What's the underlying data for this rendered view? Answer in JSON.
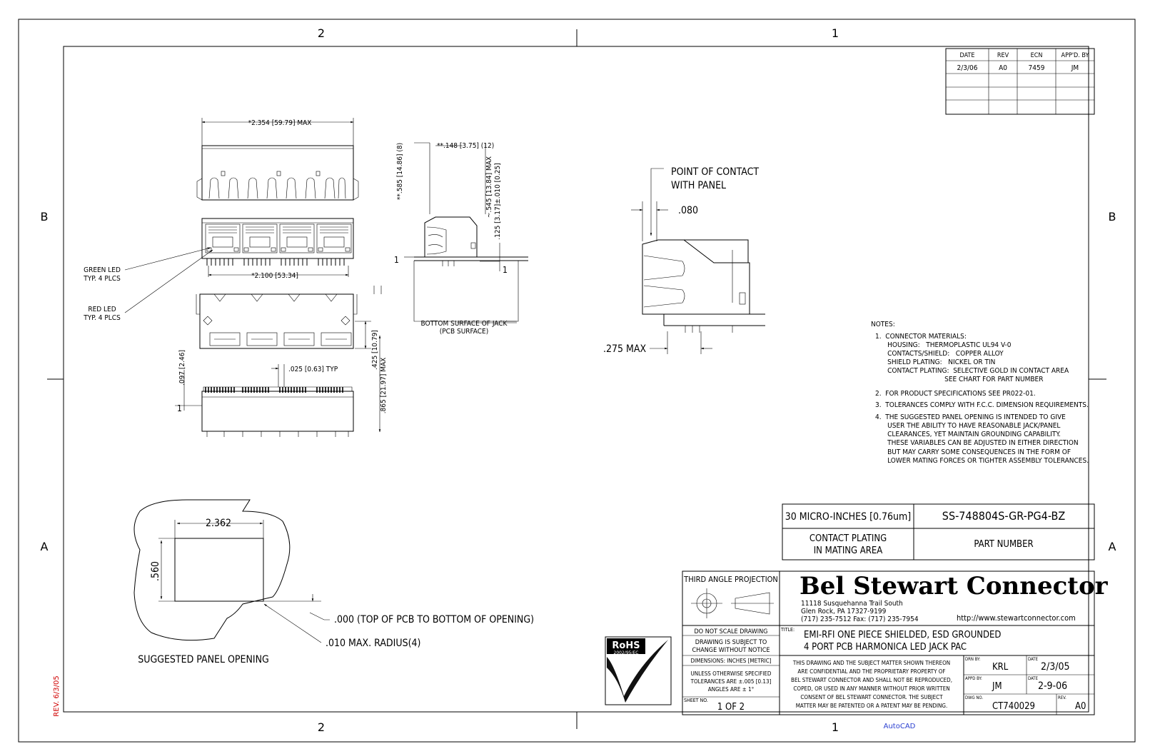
{
  "zones": {
    "top_left": "2",
    "top_right": "1",
    "bottom_left": "2",
    "bottom_right": "1",
    "left_top": "B",
    "left_bottom": "A",
    "right_top": "B",
    "right_bottom": "A"
  },
  "revision_table": {
    "headers": [
      "DATE",
      "REV",
      "ECN",
      "APP'D. BY"
    ],
    "rows": [
      [
        "2/3/06",
        "A0",
        "7459",
        "JM"
      ]
    ]
  },
  "dimensions": {
    "width_max": "*2.354 [59.79] MAX",
    "pitch": "*2.100 [53.34]",
    "tab_148": "**.148 [3.75] (12)",
    "height_585": "**.585 [14.86] (8)",
    "height_545": "~.545 [13.84] MAX",
    "tol_125": ".125 [3.17]±.010 [0.25]",
    "pin_pitch": ".025 [0.63] TYP",
    "offset_097": ".097 [2.46]",
    "depth_425": ".425 [10.79]",
    "depth_865": ".865 [21.97] MAX",
    "gap_080": ".080",
    "max_275": ".275 MAX",
    "panel_width": "2.362",
    "panel_height": ".560",
    "panel_000": ".000 (TOP OF PCB TO BOTTOM OF OPENING)",
    "panel_radius": ".010 MAX. RADIUS(4)"
  },
  "labels": {
    "green_led": "GREEN LED",
    "green_led_qty": "TYP. 4 PLCS",
    "red_led": "RED LED",
    "red_led_qty": "TYP. 4 PLCS",
    "bottom_surface": "BOTTOM SURFACE OF JACK",
    "pcb_surface": "(PCB SURFACE)",
    "point_contact_1": "POINT OF CONTACT",
    "point_contact_2": "WITH PANEL",
    "suggested_panel": "SUGGESTED PANEL OPENING",
    "datum_1": "1"
  },
  "notes": {
    "heading": "NOTES:",
    "lines": [
      "1.  CONNECTOR MATERIALS:",
      "      HOUSING:   THERMOPLASTIC UL94 V-0",
      "      CONTACTS/SHIELD:   COPPER ALLOY",
      "      SHIELD PLATING:   NICKEL OR TIN",
      "      CONTACT PLATING:  SELECTIVE GOLD IN CONTACT AREA",
      "                                  SEE CHART FOR PART NUMBER",
      "2.  FOR PRODUCT SPECIFICATIONS SEE PR022-01.",
      "3.  TOLERANCES COMPLY WITH F.C.C. DIMENSION REQUIREMENTS.",
      "4.  THE SUGGESTED PANEL OPENING IS INTENDED TO GIVE",
      "      USER THE ABILITY TO HAVE REASONABLE JACK/PANEL",
      "      CLEARANCES, YET MAINTAIN GROUNDING CAPABILITY.",
      "      THESE VARIABLES CAN BE ADJUSTED IN EITHER DIRECTION",
      "      BUT MAY CARRY SOME CONSEQUENCES IN THE FORM OF",
      "      LOWER MATING FORCES OR TIGHTER ASSEMBLY TOLERANCES."
    ]
  },
  "plating_table": {
    "plating_value": "30 MICRO-INCHES [0.76um]",
    "part_number": "SS-748804S-GR-PG4-BZ",
    "plating_label_1": "CONTACT PLATING",
    "plating_label_2": "IN MATING AREA",
    "part_label": "PART NUMBER"
  },
  "title_block": {
    "projection": "THIRD ANGLE PROJECTION",
    "company": "Bel Stewart Connector",
    "address_1": "11118 Susquehanna Trail South",
    "address_2": "Glen Rock, PA  17327-9199",
    "phone": "(717) 235-7512  Fax: (717) 235-7954",
    "website": "http://www.stewartconnector.com",
    "no_scale": "DO NOT SCALE DRAWING",
    "subject_1": "DRAWING IS SUBJECT TO",
    "subject_2": "CHANGE WITHOUT NOTICE",
    "dims_units": "DIMENSIONS: INCHES [METRIC]",
    "tol_1": "UNLESS OTHERWISE SPECIFIED",
    "tol_2": "TOLERANCES ARE ±.005 [0.13]",
    "tol_3": "ANGLES ARE ± 1°",
    "sheet_label": "SHEET NO.",
    "sheet_value": "1 OF 2",
    "title_label": "TITLE:",
    "title_1": "EMI-RFI ONE PIECE SHIELDED, ESD GROUNDED",
    "title_2": "4 PORT PCB HARMONICA   LED JACK PAC",
    "conf": [
      "THIS DRAWING AND THE SUBJECT MATTER SHOWN THEREON",
      "ARE CONFIDENTIAL AND THE PROPRIETARY PROPERTY OF",
      "BEL STEWART CONNECTOR AND SHALL NOT BE REPRODUCED,",
      "COPED, OR USED IN ANY MANNER WITHOUT PRIOR WRITTEN",
      "CONSENT OF BEL STEWART CONNECTOR.  THE SUBJECT",
      "MATTER MAY BE PATENTED OR A PATENT MAY BE PENDING."
    ],
    "drn_label": "DRN BY:",
    "drn_value": "KRL",
    "date_label": "DATE",
    "date_value": "2/3/05",
    "appd_label": "APPD BY:",
    "appd_value": "JM",
    "date2_value": "2-9-06",
    "dwg_label": "DWG NO.",
    "dwg_value": "CT740029",
    "rev_label": "REV.",
    "rev_value": "A0"
  },
  "rohs": {
    "text_1": "RoHS",
    "text_2": "2002/95/EC"
  },
  "footer": {
    "autocad": "AutoCAD",
    "rev_stamp": "REV. 6/3/05"
  }
}
